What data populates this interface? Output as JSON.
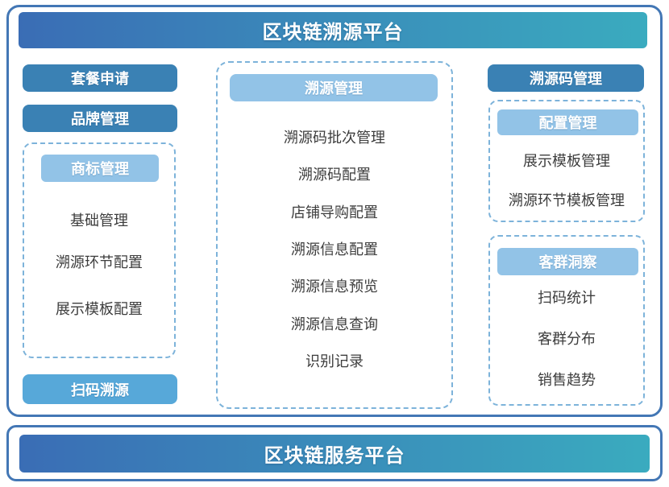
{
  "colors": {
    "border": "#4377b5",
    "banner_gradient_start": "#3a6db5",
    "banner_gradient_end": "#3aabbf",
    "dark_button": "#3a81b4",
    "light_header": "#92c3e7",
    "mid_button": "#57a8d9",
    "dashed_border": "#7db3da",
    "item_text": "#3d3d3d"
  },
  "top_banner": {
    "title": "区块链溯源平台"
  },
  "left_column": {
    "package_button": "套餐申请",
    "brand_button": "品牌管理",
    "trademark_group": {
      "header": "商标管理",
      "items": [
        "基础管理",
        "溯源环节配置",
        "展示模板配置"
      ]
    },
    "scan_button": "扫码溯源"
  },
  "center_column": {
    "trace_group": {
      "header": "溯源管理",
      "items": [
        "溯源码批次管理",
        "溯源码配置",
        "店铺导购配置",
        "溯源信息配置",
        "溯源信息预览",
        "溯源信息查询",
        "识别记录"
      ]
    }
  },
  "right_column": {
    "tracecode_button": "溯源码管理",
    "config_group": {
      "header": "配置管理",
      "items": [
        "展示模板管理",
        "溯源环节模板管理"
      ]
    },
    "customer_group": {
      "header": "客群洞察",
      "items": [
        "扫码统计",
        "客群分布",
        "销售趋势"
      ]
    }
  },
  "bottom_banner": {
    "title": "区块链服务平台"
  }
}
